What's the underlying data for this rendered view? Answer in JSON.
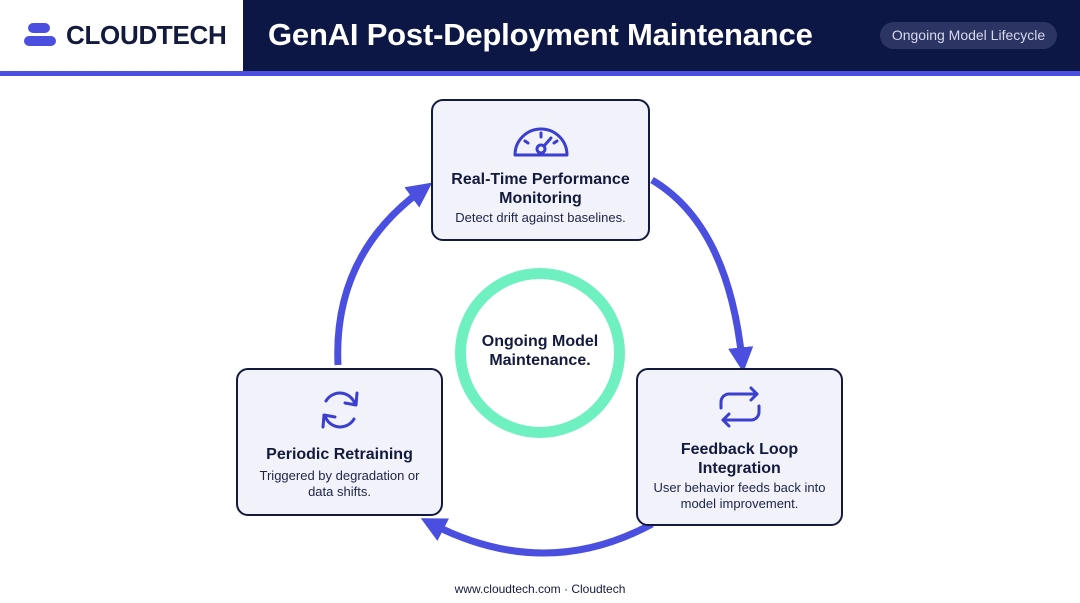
{
  "brand": {
    "logo_text": "CLOUDTECH",
    "icon": "cloudtech-logo-icon",
    "colors": {
      "navy": "#0d1746",
      "accent": "#4a4fe0",
      "mint": "#6ff0c0"
    }
  },
  "header": {
    "title": "GenAI Post-Deployment Maintenance",
    "badge": "Ongoing Model Lifecycle"
  },
  "cycle": {
    "center_label": "Ongoing Model Maintenance.",
    "steps": [
      {
        "icon": "speedometer-icon",
        "title": "Real-Time Performance Monitoring",
        "description": "Detect drift against baselines."
      },
      {
        "icon": "repeat-arrows-icon",
        "title": "Feedback Loop Integration",
        "description": "User behavior feeds back into model improvement."
      },
      {
        "icon": "refresh-icon",
        "title": "Periodic Retraining",
        "description": "Triggered by degradation or data shifts."
      }
    ]
  },
  "footer": {
    "text": "www.cloudtech.com · Cloudtech"
  }
}
